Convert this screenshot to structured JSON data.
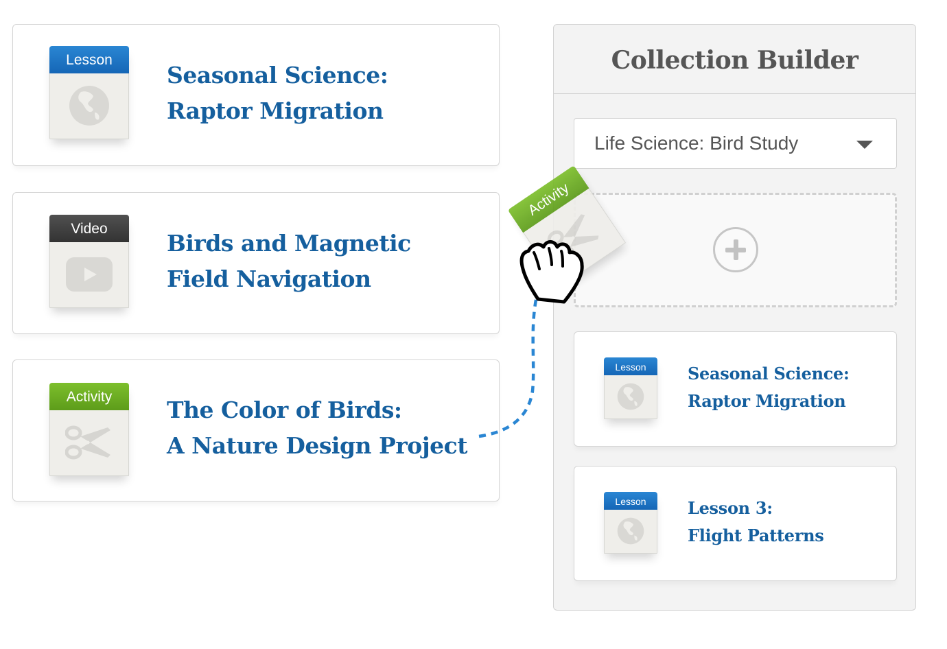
{
  "library": {
    "items": [
      {
        "type_label": "Lesson",
        "icon": "globe-icon",
        "title_line1": "Seasonal Science:",
        "title_line2": "Raptor Migration"
      },
      {
        "type_label": "Video",
        "icon": "play-icon",
        "title_line1": "Birds and Magnetic",
        "title_line2": "Field Navigation"
      },
      {
        "type_label": "Activity",
        "icon": "scissors-icon",
        "title_line1": "The Color of Birds:",
        "title_line2": "A Nature Design Project"
      }
    ]
  },
  "dragging": {
    "type_label": "Activity",
    "icon": "scissors-icon",
    "cursor": "grab-hand-icon"
  },
  "collection_builder": {
    "title": "Collection Builder",
    "selected_collection": "Life Science: Bird Study",
    "drop_zone_icon": "plus-circle-icon",
    "items": [
      {
        "type_label": "Lesson",
        "icon": "globe-icon",
        "title_line1": "Seasonal Science:",
        "title_line2": "Raptor Migration"
      },
      {
        "type_label": "Lesson",
        "icon": "globe-icon",
        "title_line1": "Lesson 3:",
        "title_line2": "Flight Patterns"
      }
    ]
  },
  "colors": {
    "title_blue": "#155f9e",
    "lesson_blue": "#1e76c5",
    "video_dark": "#404040",
    "activity_green": "#6aad22",
    "drag_path_blue": "#2a86d3"
  }
}
